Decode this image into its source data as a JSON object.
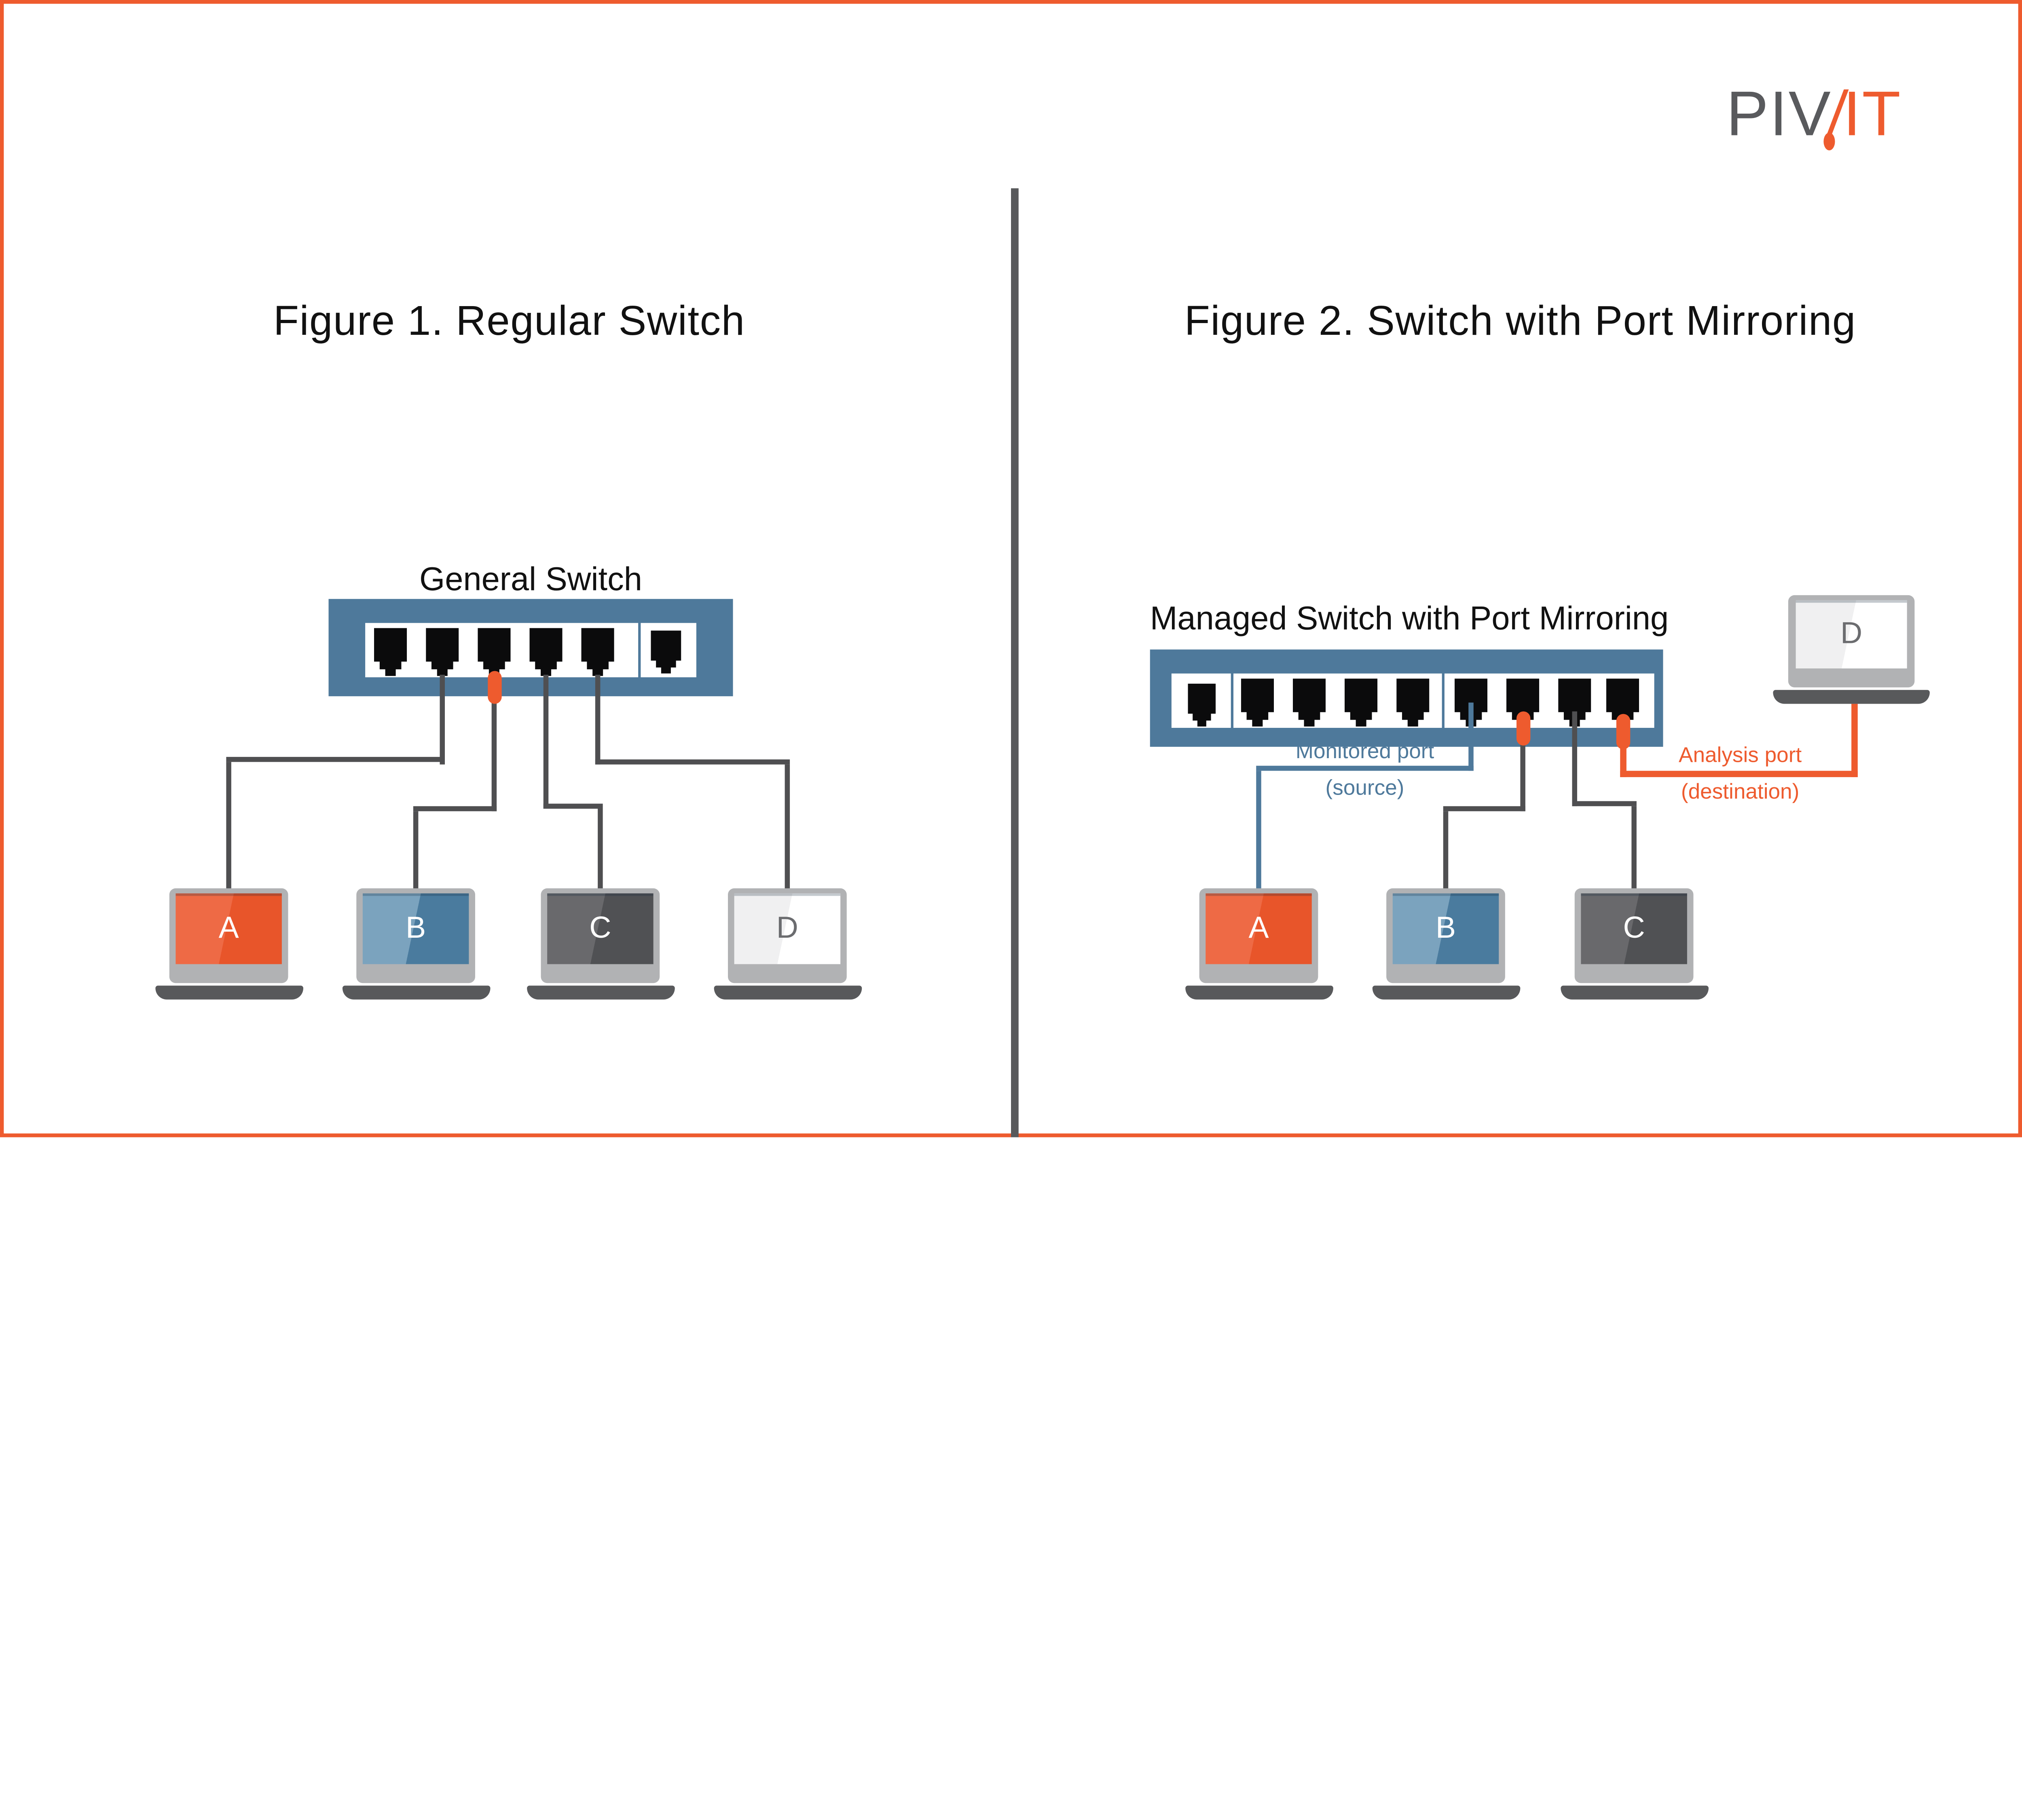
{
  "colors": {
    "brand_orange": "#EE5B2E",
    "switch_blue": "#4E799B",
    "wire_gray": "#4F4F51",
    "dark_gray": "#58595B",
    "port_black": "#0B0B0C"
  },
  "logo": {
    "gray_part": "PIV",
    "slash": "/",
    "orange_part": "IT"
  },
  "figure1": {
    "title": "Figure 1. Regular Switch",
    "switch": {
      "label": "General Switch"
    },
    "laptops": [
      {
        "label": "A"
      },
      {
        "label": "B"
      },
      {
        "label": "C"
      },
      {
        "label": "D"
      }
    ]
  },
  "figure2": {
    "title": "Figure 2. Switch with Port Mirroring",
    "switch": {
      "label": "Managed Switch with Port Mirroring"
    },
    "monitored_port_label": {
      "line1": "Monitored port",
      "line2": "(source)"
    },
    "analysis_port_label": {
      "line1": "Analysis port",
      "line2": "(destination)"
    },
    "laptops": [
      {
        "label": "A"
      },
      {
        "label": "B"
      },
      {
        "label": "C"
      }
    ],
    "analyzer": {
      "label": "D"
    }
  }
}
